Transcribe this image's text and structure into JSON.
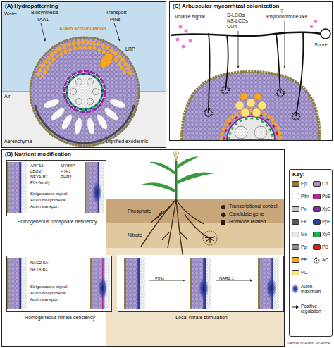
{
  "diagram": {
    "nodes": [
      {
        "text": [
          "(A) Hydropatterning"
        ]
      },
      {
        "text": [
          "(C) Arbuscular mycorrhizal colonization"
        ]
      },
      {
        "text": [
          "(B) Nutrient modification"
        ]
      },
      {
        "text": [
          "Phosphate"
        ],
        "in": 2
      },
      {
        "text": [
          "Nitrate"
        ],
        "in": 2
      },
      {
        "text": [
          "ARF16",
          "LBD37",
          "NFYA-B1",
          "PIN-family",
          "MYB4P",
          "PTF1",
          "PHR1",
          "Strigolactone signal",
          "Auxin biosynthesis",
          "Auxin transport",
          "Homogeneous phosphate deficiency"
        ],
        "in": 2
      },
      {
        "text": [
          "NAC2-5A",
          "NFYA-B1",
          "Strigolactone signal",
          "Auxin biosynthesis",
          "Auxin transport",
          "Homogeneous nitrate deficiency"
        ],
        "in": 2
      },
      {
        "text": [
          "PINs",
          "NAR2.1",
          "Local nitrate stimulation"
        ],
        "in": 2
      },
      {
        "text": [
          "Key:"
        ]
      }
    ],
    "labels": [
      "Water",
      "Biosynthesis",
      "Transport",
      "TAA1",
      "PINs",
      "Auxin accumulation",
      "LRP",
      "Air",
      "Aerenchyma",
      "Lignified exodermis",
      "Volatile signal",
      "S-LCOs",
      "NS-LCOs",
      "CO4",
      "?",
      "Phytohormone-like",
      "Spore",
      "Trends in Plant Science"
    ],
    "legend": [
      {
        "text": "Transcriptional control"
      },
      {
        "text": "Candidate gene"
      },
      {
        "text": "Hormone related"
      },
      {
        "text": "Ep",
        "color": "#8b7d3a"
      },
      {
        "text": "Co",
        "color": "#a597cc"
      },
      {
        "text": "Pith",
        "color": "#ffffff"
      },
      {
        "text": "PpE",
        "color": "#b2299c"
      },
      {
        "text": "Px",
        "color": "#c8c8c8"
      },
      {
        "text": "XyE",
        "color": "#7c2e9c"
      },
      {
        "text": "Ex",
        "color": "#5a5a5a"
      },
      {
        "text": "PpP",
        "color": "#2c3ea0"
      },
      {
        "text": "Mx",
        "color": "#e8e8e8"
      },
      {
        "text": "XyP",
        "color": "#1db14b"
      },
      {
        "text": "Pp",
        "color": "#8c8c8c"
      },
      {
        "text": "PD",
        "color": "#d62020"
      },
      {
        "text": "PE",
        "color": "#f5a623"
      },
      {
        "text": "AC"
      },
      {
        "text": "PC",
        "color": "#ffe27a"
      },
      {
        "text": "Auxin maximum"
      },
      {
        "text": "Positive regulation"
      }
    ]
  }
}
